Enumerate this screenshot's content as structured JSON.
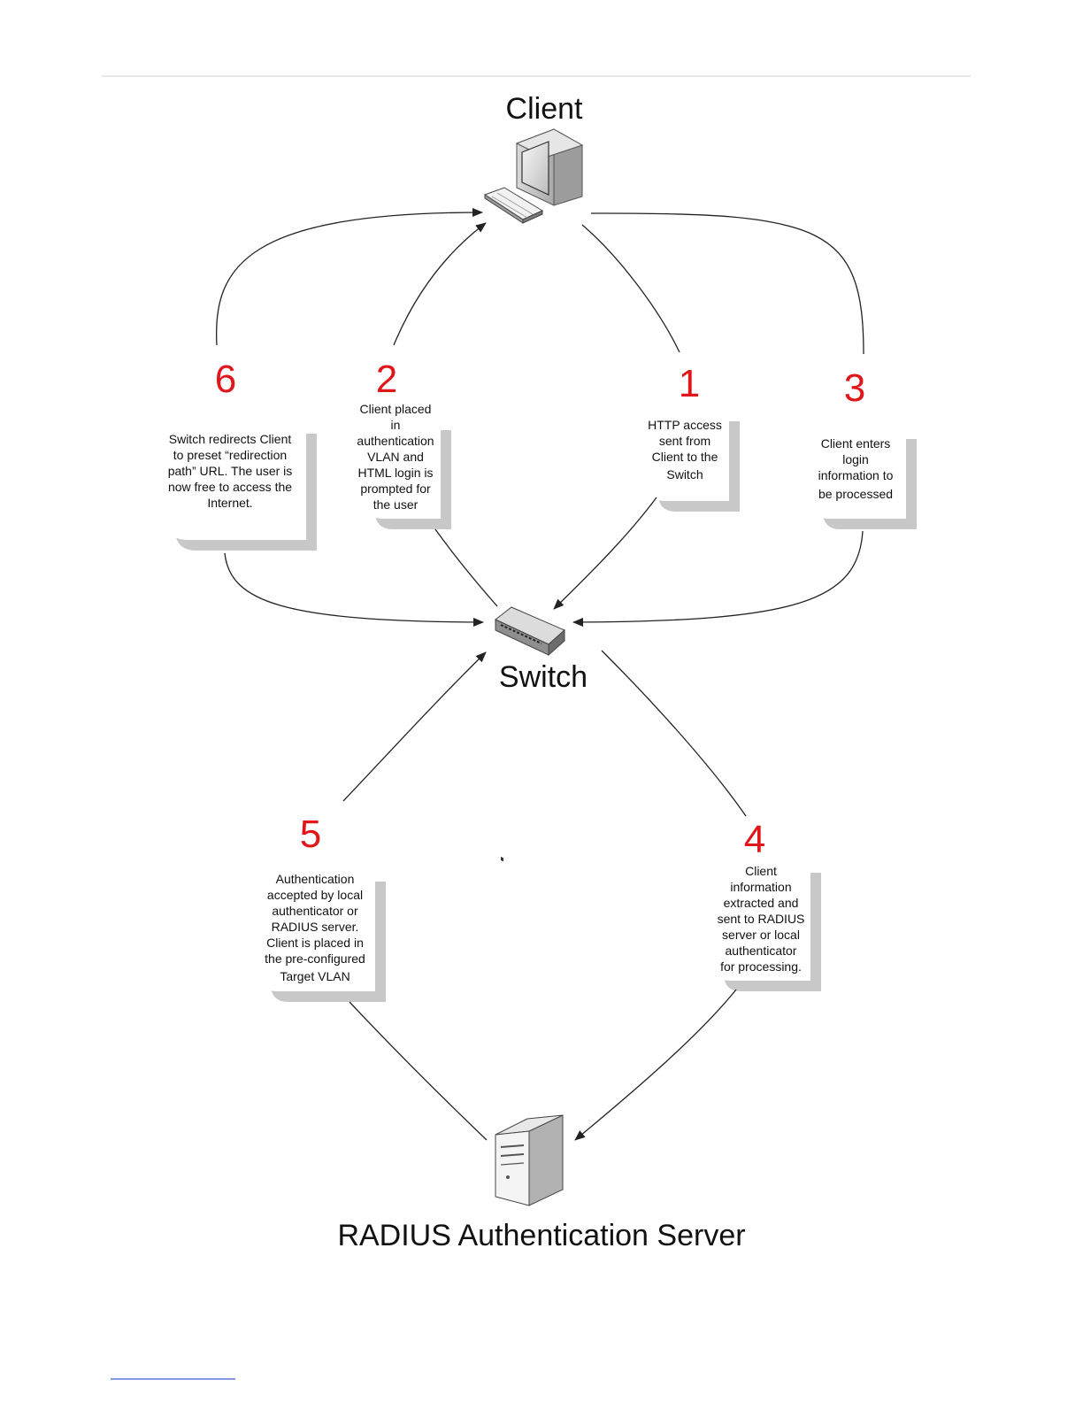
{
  "nodes": {
    "client": {
      "label": "Client"
    },
    "switch": {
      "label": "Switch"
    },
    "server": {
      "label": "RADIUS Authentication Server"
    }
  },
  "steps": [
    {
      "id": "1",
      "number": "1",
      "lines": [
        "HTTP access",
        "sent from",
        "Client to the",
        "Switch"
      ]
    },
    {
      "id": "2",
      "number": "2",
      "lines": [
        "Client placed",
        "in",
        "authentication",
        "VLAN and",
        "HTML login is",
        "prompted for",
        "the user"
      ]
    },
    {
      "id": "3",
      "number": "3",
      "lines": [
        "Client enters",
        "login",
        "information to",
        "be processed"
      ]
    },
    {
      "id": "4",
      "number": "4",
      "lines": [
        "Client",
        "information",
        "extracted and",
        "sent to RADIUS",
        "server or local",
        "authenticator",
        "for processing."
      ]
    },
    {
      "id": "5",
      "number": "5",
      "lines": [
        "Authentication",
        "accepted by local",
        "authenticator or",
        "RADIUS server.",
        "Client is placed in",
        "the pre-configured",
        "Target VLAN"
      ]
    },
    {
      "id": "6",
      "number": "6",
      "lines": [
        "Switch redirects Client",
        "to preset “redirection",
        "path” URL. The user is",
        "now free to access the",
        "Internet."
      ]
    }
  ],
  "colors": {
    "step_number": "#e0161b",
    "callout_fill": "#ffffff",
    "callout_shadow": "#c8c8c8",
    "line": "#222222"
  },
  "icons": [
    "computer-icon",
    "keyboard-icon",
    "network-switch-icon",
    "server-icon"
  ]
}
